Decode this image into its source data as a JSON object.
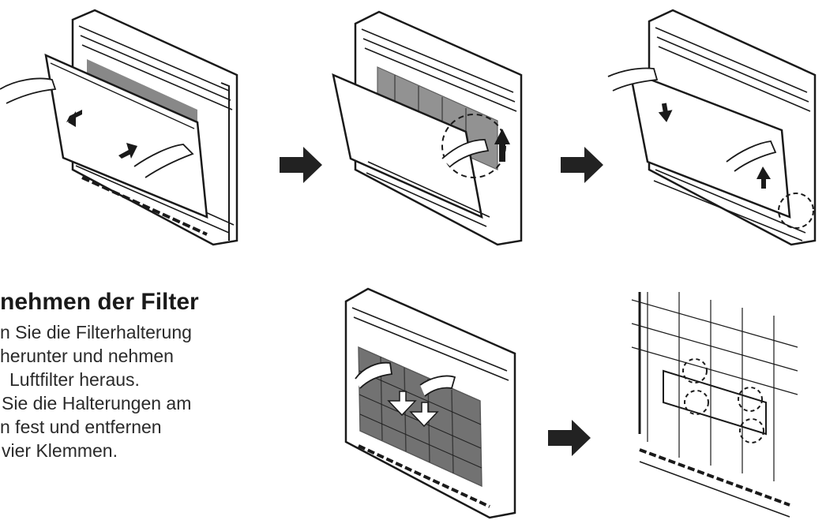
{
  "heading": "nehmen der Filter",
  "lines": [
    "n Sie die Filterhalterung",
    "herunter und nehmen",
    "Luftfilter heraus.",
    "Sie die Halterungen am",
    "n fest und entfernen",
    "vier Klemmen."
  ],
  "icons": {
    "step_arrow": "right-arrow-icon",
    "hand": "hand-icon",
    "highlight": "dashed-circle-icon"
  },
  "colors": {
    "ink": "#1a1a1a",
    "arrow": "#222222",
    "unit_fill": "#ffffff",
    "filter_mesh": "#3a3a3a"
  }
}
